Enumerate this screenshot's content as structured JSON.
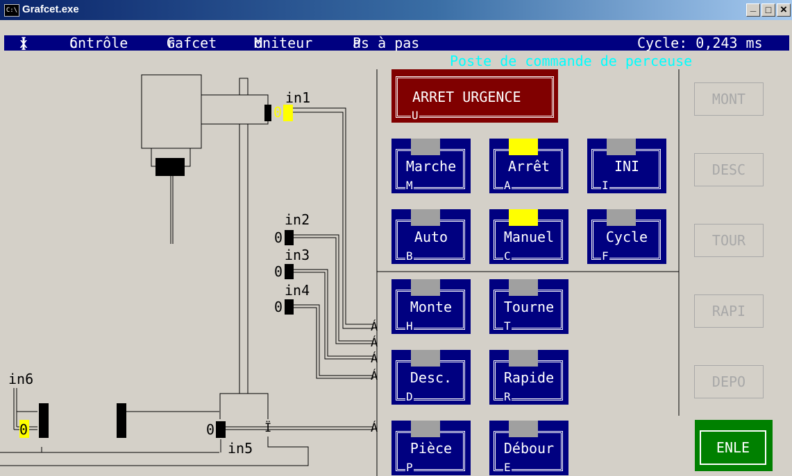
{
  "window": {
    "title": "Grafcet.exe",
    "icon_text": "C:\\",
    "minimize_label": "_",
    "maximize_label": "□",
    "close_label": "×"
  },
  "menu": {
    "items": [
      {
        "prefix": "[",
        "hotkey": "x",
        "rest": "]"
      },
      {
        "prefix": "",
        "hotkey": "C",
        "rest": "ontrôle"
      },
      {
        "prefix": "",
        "hotkey": "G",
        "rest": "rafcet"
      },
      {
        "prefix": "",
        "hotkey": "M",
        "rest": "oniteur"
      },
      {
        "prefix": "",
        "hotkey": "P",
        "rest": "as à pas"
      }
    ],
    "cycle": "Cycle: 0,243 ms"
  },
  "panel_title": "Poste de commande de perceuse",
  "sensors": {
    "in1": {
      "label": "in1",
      "value": "0",
      "active": true
    },
    "in2": {
      "label": "in2",
      "value": "0",
      "active": false
    },
    "in3": {
      "label": "in3",
      "value": "0",
      "active": false
    },
    "in4": {
      "label": "in4",
      "value": "0",
      "active": false
    },
    "in5": {
      "label": "in5",
      "value": "0",
      "active": false
    },
    "in6": {
      "label": "in6",
      "value": "0",
      "active": true
    }
  },
  "wire_end": "Á",
  "wire_mid": "Ï",
  "emergency": {
    "label": "ARRET URGENCE",
    "key": "U"
  },
  "buttons": [
    {
      "label": "Marche",
      "key": "M",
      "lamp": true,
      "lamp_on": false
    },
    {
      "label": "Arrêt",
      "key": "A",
      "lamp": true,
      "lamp_on": true
    },
    {
      "label": "INI",
      "key": "I",
      "lamp": true,
      "lamp_on": false
    },
    {
      "label": "Auto",
      "key": "B",
      "lamp": true,
      "lamp_on": false
    },
    {
      "label": "Manuel",
      "key": "C",
      "lamp": true,
      "lamp_on": true
    },
    {
      "label": "Cycle",
      "key": "F",
      "lamp": true,
      "lamp_on": false
    },
    {
      "label": "Monte",
      "key": "H",
      "lamp": true,
      "lamp_on": false
    },
    {
      "label": "Tourne",
      "key": "T",
      "lamp": true,
      "lamp_on": false
    },
    {
      "label": "Desc.",
      "key": "D",
      "lamp": true,
      "lamp_on": false
    },
    {
      "label": "Rapide",
      "key": "R",
      "lamp": true,
      "lamp_on": false
    },
    {
      "label": "Pièce",
      "key": "P",
      "lamp": true,
      "lamp_on": false
    },
    {
      "label": "Débour",
      "key": "E",
      "lamp": true,
      "lamp_on": false
    }
  ],
  "outputs": [
    {
      "label": "MONT",
      "active": false
    },
    {
      "label": "DESC",
      "active": false
    },
    {
      "label": "TOUR",
      "active": false
    },
    {
      "label": "RAPI",
      "active": false
    },
    {
      "label": "DEPO",
      "active": false
    },
    {
      "label": "ENLE",
      "active": true
    }
  ],
  "colors": {
    "console_bg": "#d4d0c8",
    "menu_bg": "#000080",
    "hotkey": "#ffff00",
    "title_text": "#00ffff",
    "button_bg": "#000080",
    "emergency_bg": "#800000",
    "lamp_on": "#ffff00",
    "lamp_off": "#a0a0a0",
    "output_active": "#008000"
  }
}
